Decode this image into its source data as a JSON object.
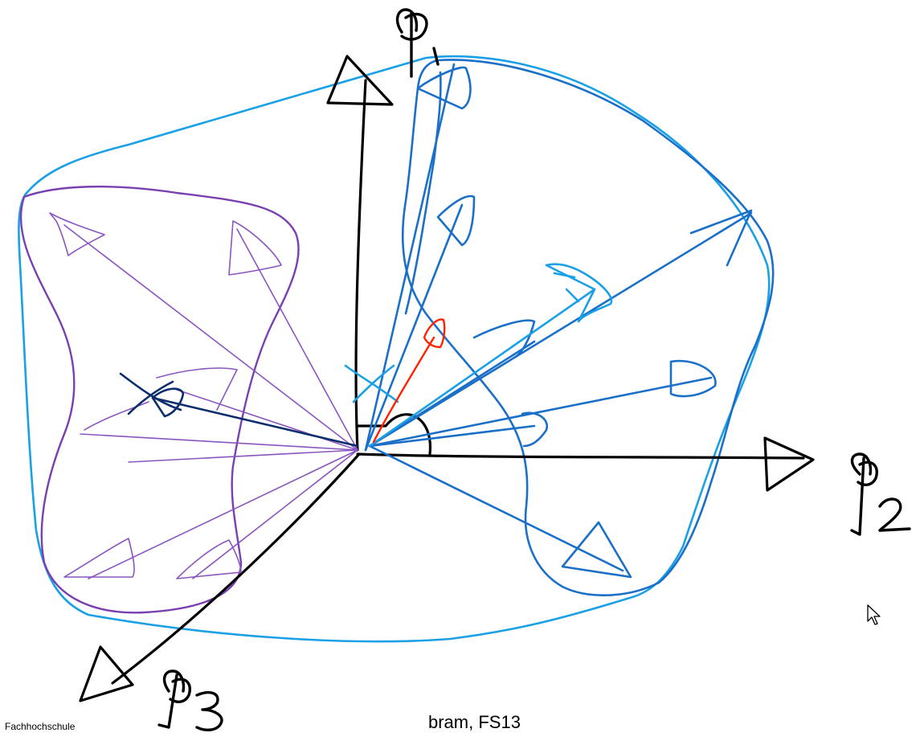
{
  "footer": {
    "institution": "Fachhochschule",
    "credit": "bram, FS13"
  },
  "axes": [
    {
      "id": "phi1",
      "symbol": "φ",
      "subscript": "1"
    },
    {
      "id": "phi2",
      "symbol": "φ",
      "subscript": "2"
    },
    {
      "id": "phi3",
      "symbol": "φ",
      "subscript": "3"
    }
  ],
  "colors": {
    "axis": "#000000",
    "left_cluster": "#7a3fb0",
    "right_cluster": "#1a6fc8",
    "outer_boundary": "#1aa0e6",
    "mean_vector_left": "#0c2d6b",
    "mean_vector_right": "#1aa0e6",
    "test_vector": "#ff2200"
  }
}
